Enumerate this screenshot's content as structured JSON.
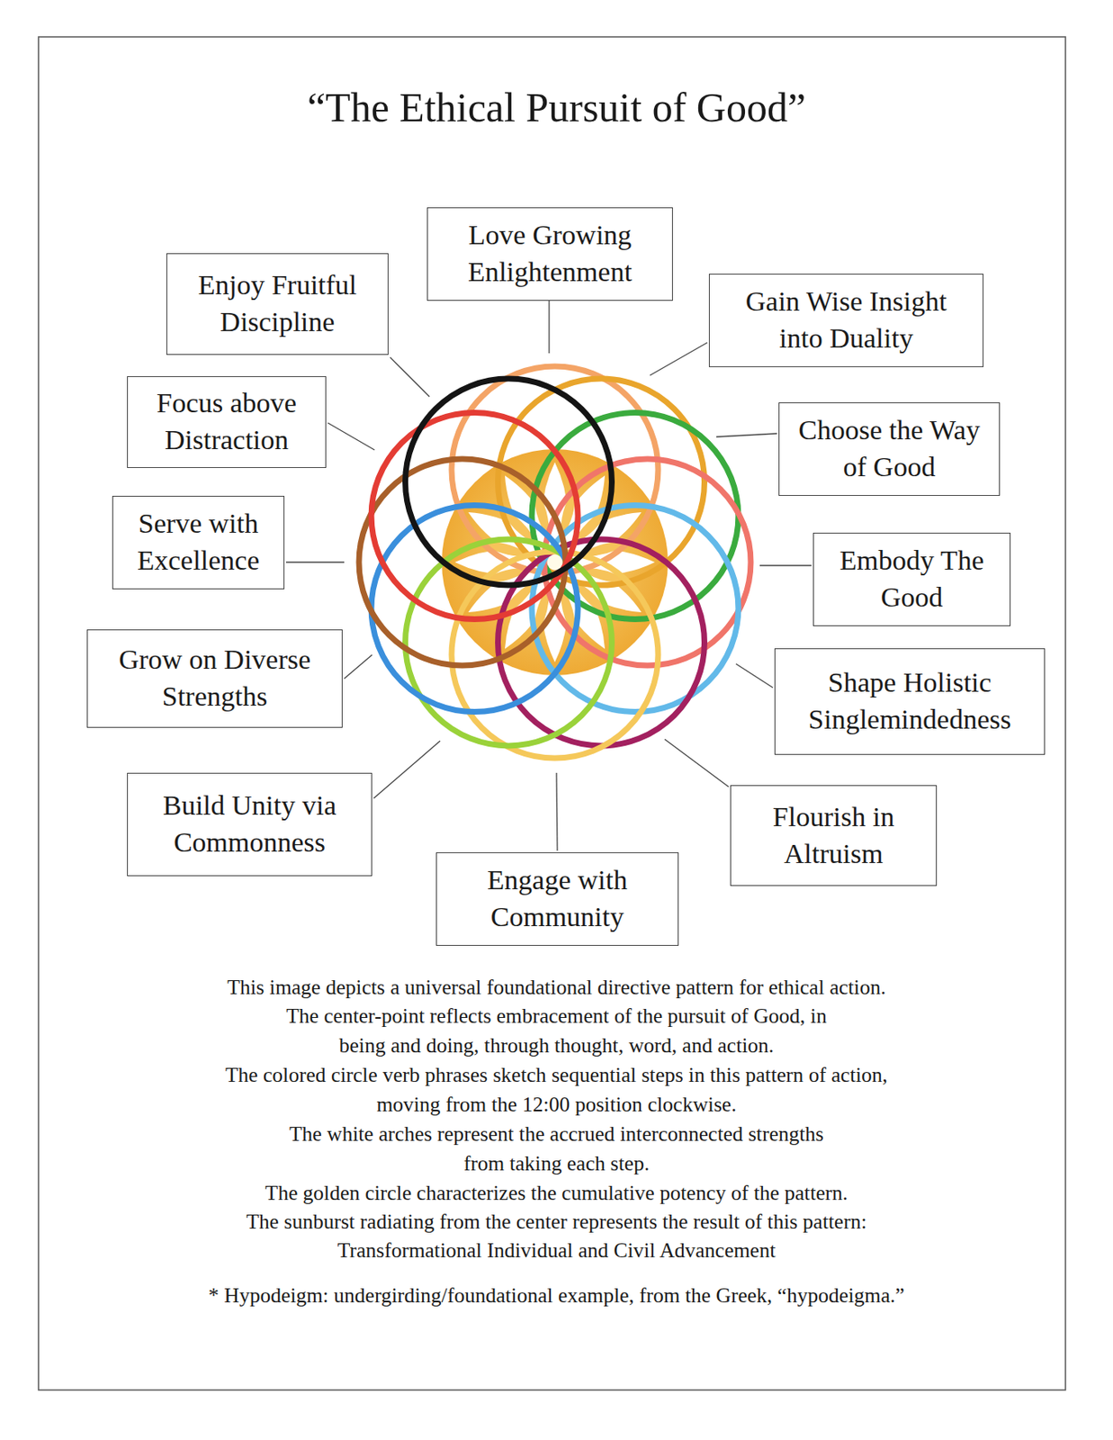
{
  "diagram": {
    "title": "“The Ethical Pursuit of Good”",
    "nodes": [
      {
        "text": [
          "Love Growing Enlightenment"
        ]
      },
      {
        "text": [
          "Gain Wise Insight into Duality"
        ]
      },
      {
        "text": [
          "Choose the Way of Good"
        ]
      },
      {
        "text": [
          "Embody The Good"
        ]
      },
      {
        "text": [
          "Shape Holistic Singlemindedness"
        ]
      },
      {
        "text": [
          "Flourish in Altruism"
        ]
      },
      {
        "text": [
          "Engage with Community"
        ]
      },
      {
        "text": [
          "Build Unity via Commonness"
        ]
      },
      {
        "text": [
          "Grow on Diverse Strengths"
        ]
      },
      {
        "text": [
          "Serve with Excellence"
        ]
      },
      {
        "text": [
          "Focus above Distraction"
        ]
      },
      {
        "text": [
          "Enjoy Fruitful Discipline"
        ]
      }
    ],
    "labels": [
      "This image depicts a universal foundational directive pattern for ethical action.",
      "The center-point reflects embracement of the pursuit of Good, in",
      "being and doing, through thought, word, and action.",
      "The colored circle verb phrases sketch sequential steps in this pattern of action,",
      "moving from the 12:00 position clockwise.",
      "The white arches represent the accrued interconnected strengths",
      "from taking each step.",
      "The golden circle characterizes the cumulative potency of the pattern.",
      "The sunburst radiating from the center represents the result of this pattern:",
      "Transformational Individual and Civil Advancement",
      "* Hypodeigm: undergirding/foundational example, from the Greek, “hypodeigma.”"
    ]
  }
}
